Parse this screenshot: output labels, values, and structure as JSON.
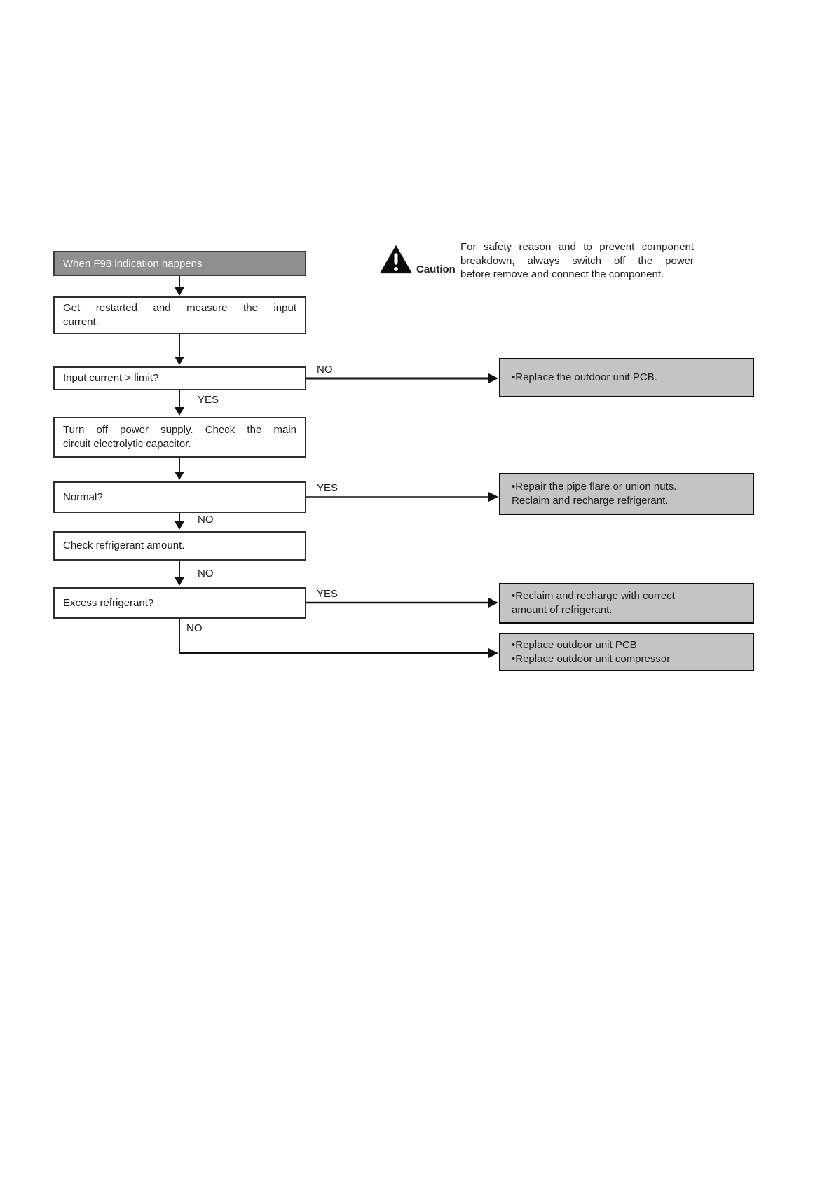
{
  "diagram": {
    "start": {
      "label": "When F98 indication happens"
    },
    "nodes": {
      "restart": {
        "line1": "Get restarted and measure the input",
        "line2": "current."
      },
      "input_current": {
        "label": "Input current > limit?"
      },
      "power_off": {
        "line1": "Turn off power supply. Check the main",
        "line2": "circuit electrolytic capacitor."
      },
      "normal": {
        "label": "Normal?"
      },
      "check_refrigerant": {
        "label": "Check refrigerant amount."
      },
      "excess_refrigerant": {
        "label": "Excess refrigerant?"
      }
    },
    "results": [
      {
        "line1": "•Replace the outdoor unit PCB.",
        "line2": ""
      },
      {
        "line1": "•Repair the pipe flare or union nuts.",
        "line2": "Reclaim and recharge refrigerant."
      },
      {
        "line1": "•Reclaim and recharge with correct",
        "line2": "amount of refrigerant."
      },
      {
        "line1": "•Replace outdoor unit PCB",
        "line2": "•Replace outdoor unit compressor"
      }
    ],
    "branch_labels": {
      "yes": "YES",
      "no": "NO"
    }
  },
  "caution": {
    "label": "Caution",
    "line1": "For safety reason and to prevent component",
    "line2": "breakdown, always switch off the power",
    "line3": "before remove and connect the component."
  }
}
